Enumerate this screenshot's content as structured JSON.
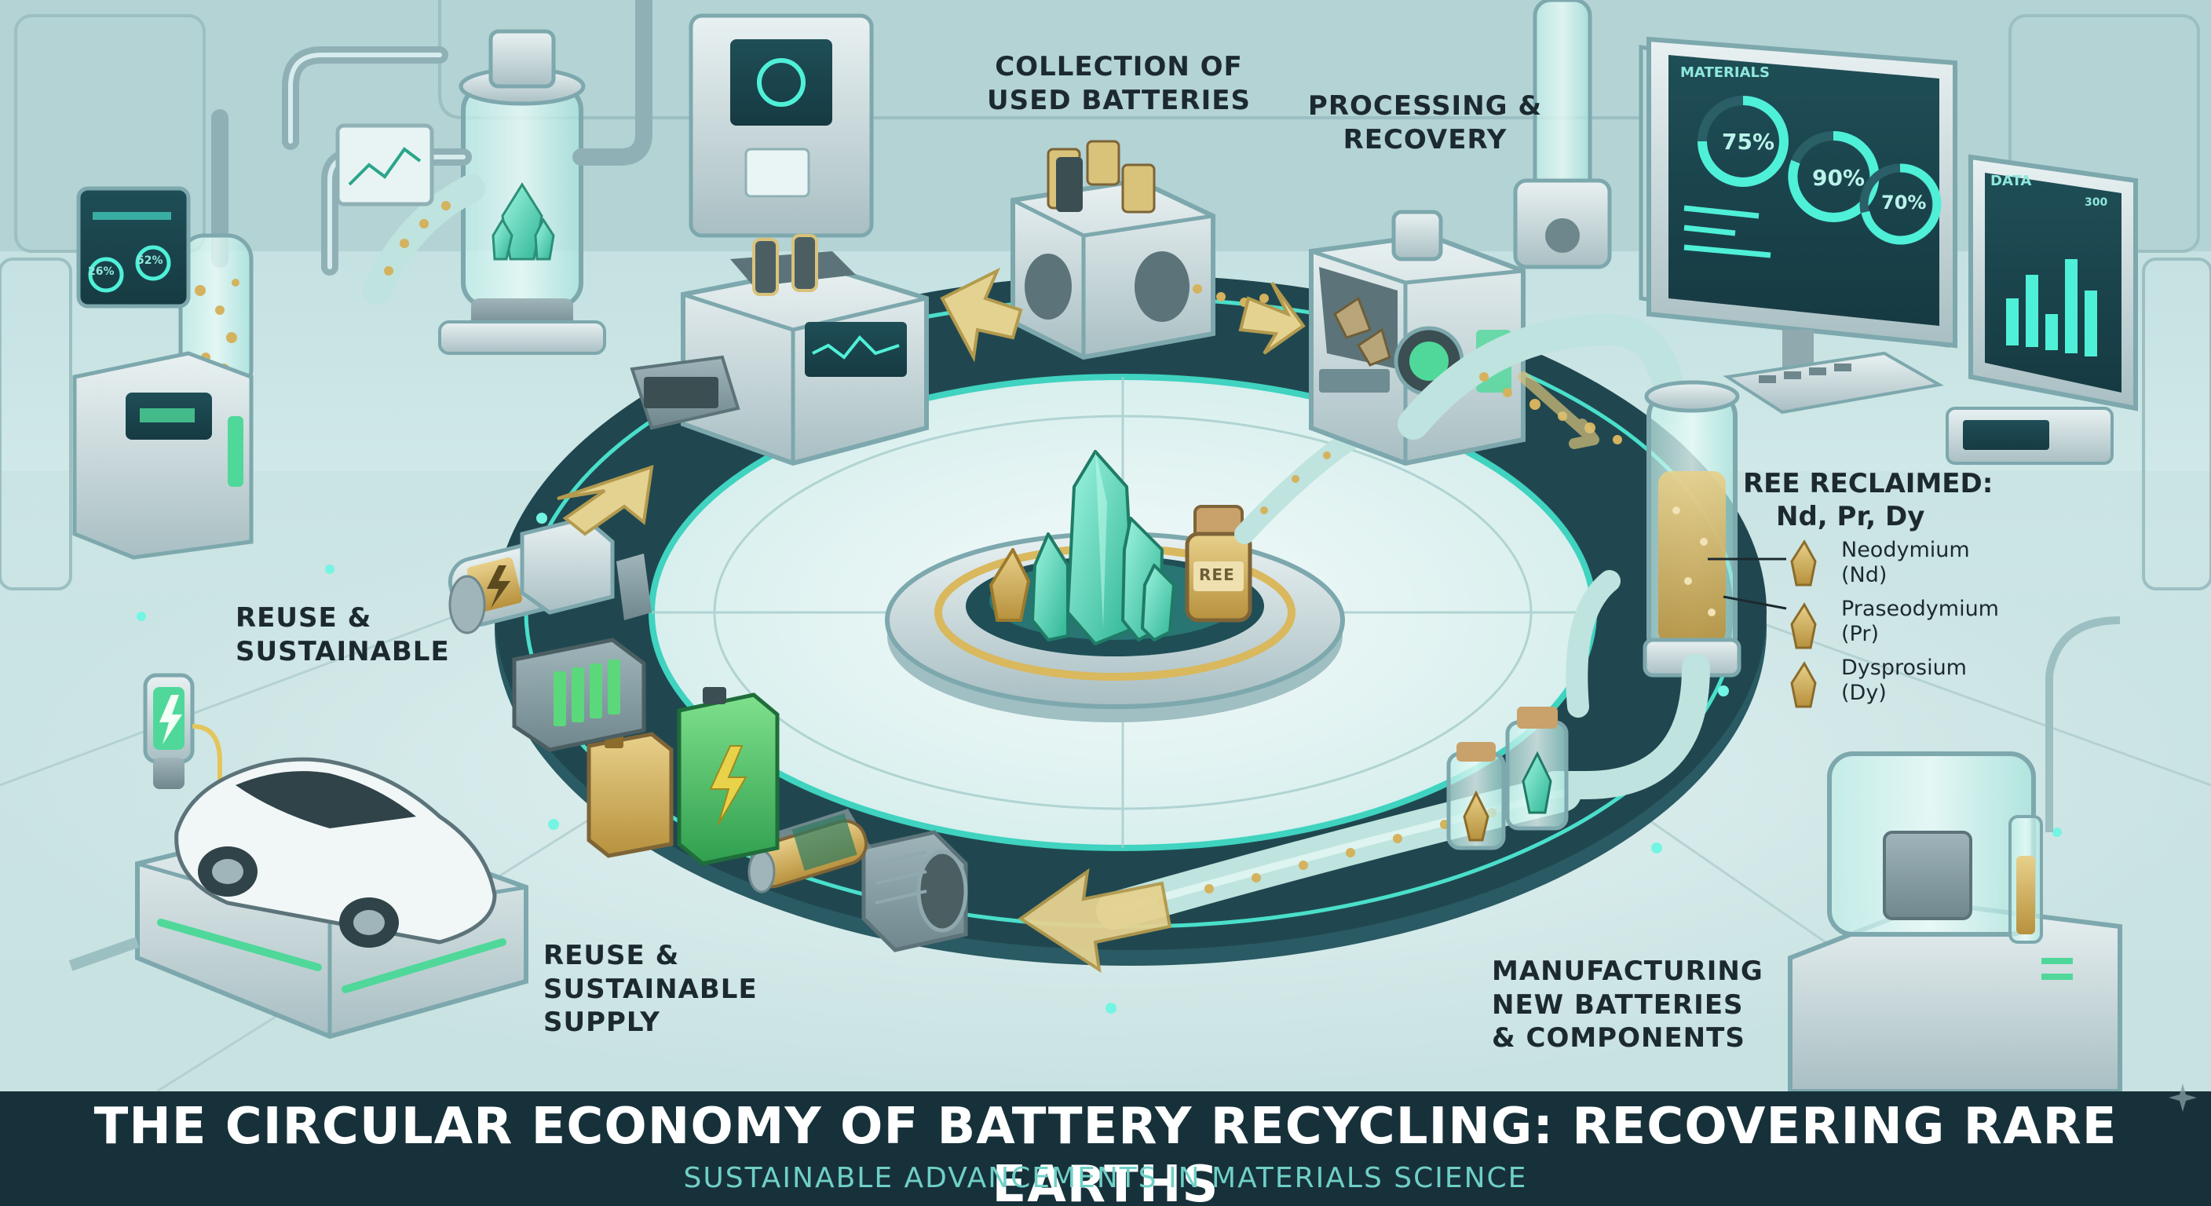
{
  "title": "THE CIRCULAR ECONOMY OF BATTERY RECYCLING: RECOVERING RARE EARTHS",
  "subtitle": "SUSTAINABLE ADVANCEMENTS IN MATERIALS SCIENCE",
  "stages": {
    "collection": "COLLECTION OF USED BATTERIES",
    "processing": "PROCESSING & RECOVERY",
    "manufacturing": "MANUFACTURING NEW BATTERIES & COMPONENTS",
    "reuse_supply": "REUSE & SUSTAINABLE SUPPLY",
    "reuse": "REUSE & SUSTAINABLE"
  },
  "ree": {
    "title": "REE RECLAIMED:",
    "symbols": "Nd, Pr, Dy",
    "elements": [
      {
        "name": "Neodymium",
        "symbol": "(Nd)"
      },
      {
        "name": "Praseodymium",
        "symbol": "(Pr)"
      },
      {
        "name": "Dysprosium",
        "symbol": "(Dy)"
      }
    ]
  },
  "vial_label": "REE",
  "monitor": {
    "header": "MATERIALS",
    "gauges": [
      "75%",
      "90%",
      "70%"
    ],
    "data_header": "DATA",
    "data_value": "300"
  },
  "left_screen": {
    "gauges": [
      "26%",
      "52%"
    ]
  },
  "colors": {
    "background": "#cfe6e6",
    "ring": "#1f4c55",
    "ring_glow": "#4ff0d8",
    "arrow": "#d9c27a",
    "crystal": "#4fd6b4",
    "title_bar": "#17313a",
    "subtitle": "#6fd0c7",
    "battery_green": "#4cc46a",
    "gold": "#c9a64a"
  }
}
